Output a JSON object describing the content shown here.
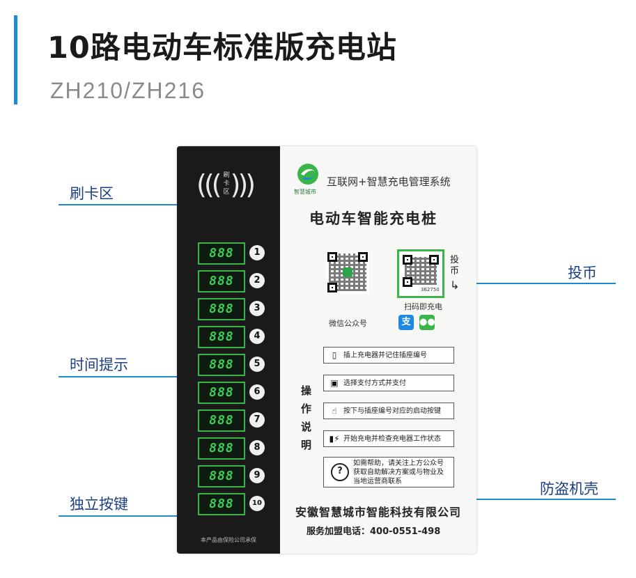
{
  "header": {
    "title": "10路电动车标准版充电站",
    "subtitle": "ZH210/ZH216",
    "accent_color": "#1b8bd3"
  },
  "callouts": {
    "card_area": "刷卡区",
    "time_prompt": "时间提示",
    "independent_keys": "独立按键",
    "coin": "投币",
    "anti_theft_case": "防盗机壳"
  },
  "device": {
    "nfc_label": "刷卡区",
    "brand_sub": "智慧城市",
    "system_name": "互联网+智慧充电管理系统",
    "product_name": "电动车智能充电桩",
    "slots": [
      {
        "display": "888",
        "number": "1"
      },
      {
        "display": "888",
        "number": "2"
      },
      {
        "display": "888",
        "number": "3"
      },
      {
        "display": "888",
        "number": "4"
      },
      {
        "display": "888",
        "number": "5"
      },
      {
        "display": "888",
        "number": "6"
      },
      {
        "display": "888",
        "number": "7"
      },
      {
        "display": "888",
        "number": "8"
      },
      {
        "display": "888",
        "number": "9"
      },
      {
        "display": "888",
        "number": "10"
      }
    ],
    "footer_note": "本产品由保险公司承保",
    "qr_code_number": "362750",
    "coin_text": "投币",
    "wechat_label": "微信公众号",
    "scan_label": "扫码即充电",
    "alipay_icon": "支",
    "ops_label": "操作说明",
    "steps": [
      "插上充电器并记住插座编号",
      "选择支付方式并支付",
      "按下与插座编号对应的启动按键",
      "开始充电并检查充电器工作状态",
      "如需帮助，请关注上方公众号获取自助解决方案或与物业及当地运营商联系"
    ],
    "company": "安徽智慧城市智能科技有限公司",
    "phone": "服务加盟电话：400-0551-498"
  }
}
